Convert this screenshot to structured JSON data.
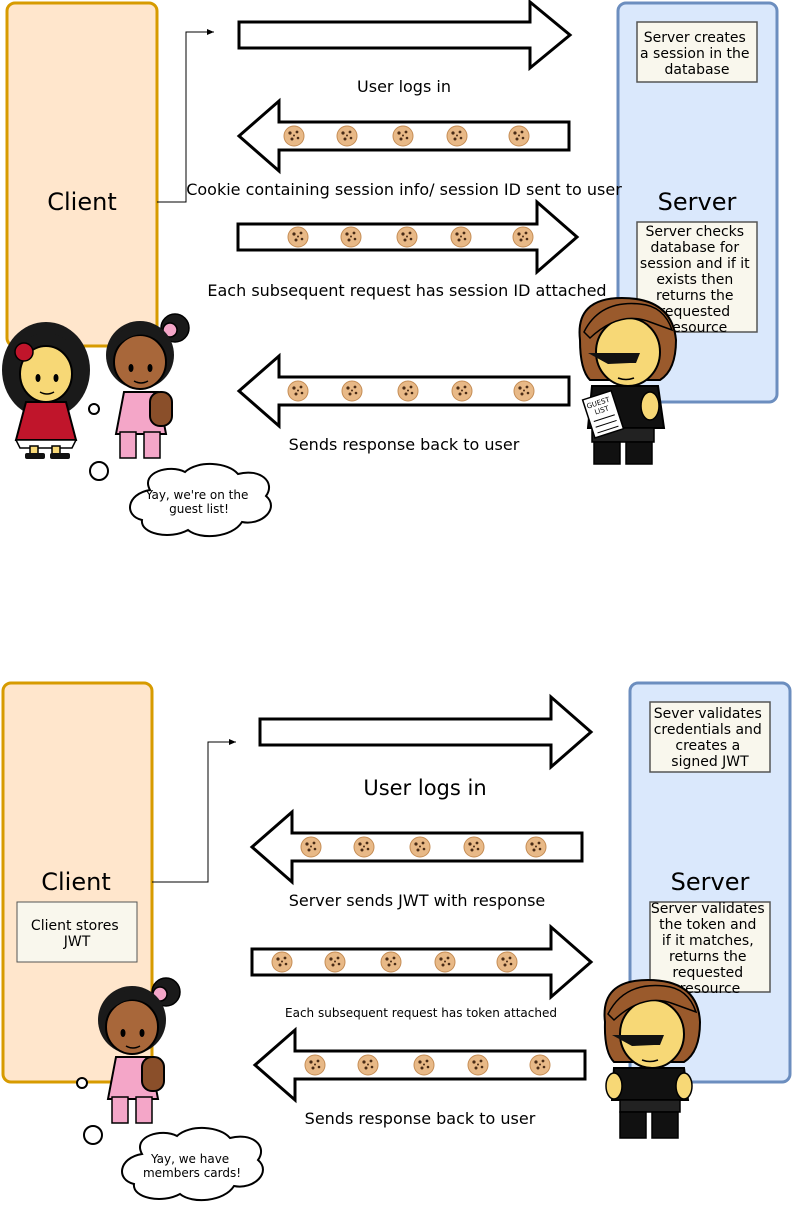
{
  "top": {
    "client_label": "Client",
    "server_label": "Server",
    "server_note_1": [
      "Server creates",
      "a session in the",
      "database"
    ],
    "server_note_2": [
      "Server checks",
      "database for",
      "session and if it",
      "exists then",
      "returns the",
      "requested",
      "resource"
    ],
    "arrow_1_label": "User logs in",
    "arrow_2_label": "Cookie containing session info/ session ID sent to user",
    "arrow_3_label": "Each subsequent request has session ID attached",
    "arrow_4_label": "Sends response back to user",
    "bubble_text": [
      "Yay, we're on the",
      "guest list!"
    ],
    "guest_list_text": [
      "GUEST",
      "LIST"
    ]
  },
  "bottom": {
    "client_label": "Client",
    "server_label": "Server",
    "client_note": [
      "Client stores",
      "JWT"
    ],
    "server_note_1": [
      "Sever validates",
      "credentials and",
      "creates a",
      "signed JWT"
    ],
    "server_note_2": [
      "Server validates",
      "the token  and",
      "if it matches,",
      "returns the",
      "requested",
      "resource"
    ],
    "arrow_1_label": "User logs in",
    "arrow_2_label": "Server sends JWT with response",
    "arrow_3_label": "Each subsequent request has token attached",
    "arrow_4_label": "Sends response back to user",
    "bubble_text": [
      "Yay, we have",
      "members cards!"
    ]
  },
  "colors": {
    "client_fill": "#ffe6cc",
    "client_stroke": "#d79b00",
    "server_fill": "#dae8fc",
    "server_stroke": "#6c8ebf",
    "note_fill": "#f9f7ed",
    "note_stroke": "#555555",
    "cookie": "#e2b07a"
  }
}
